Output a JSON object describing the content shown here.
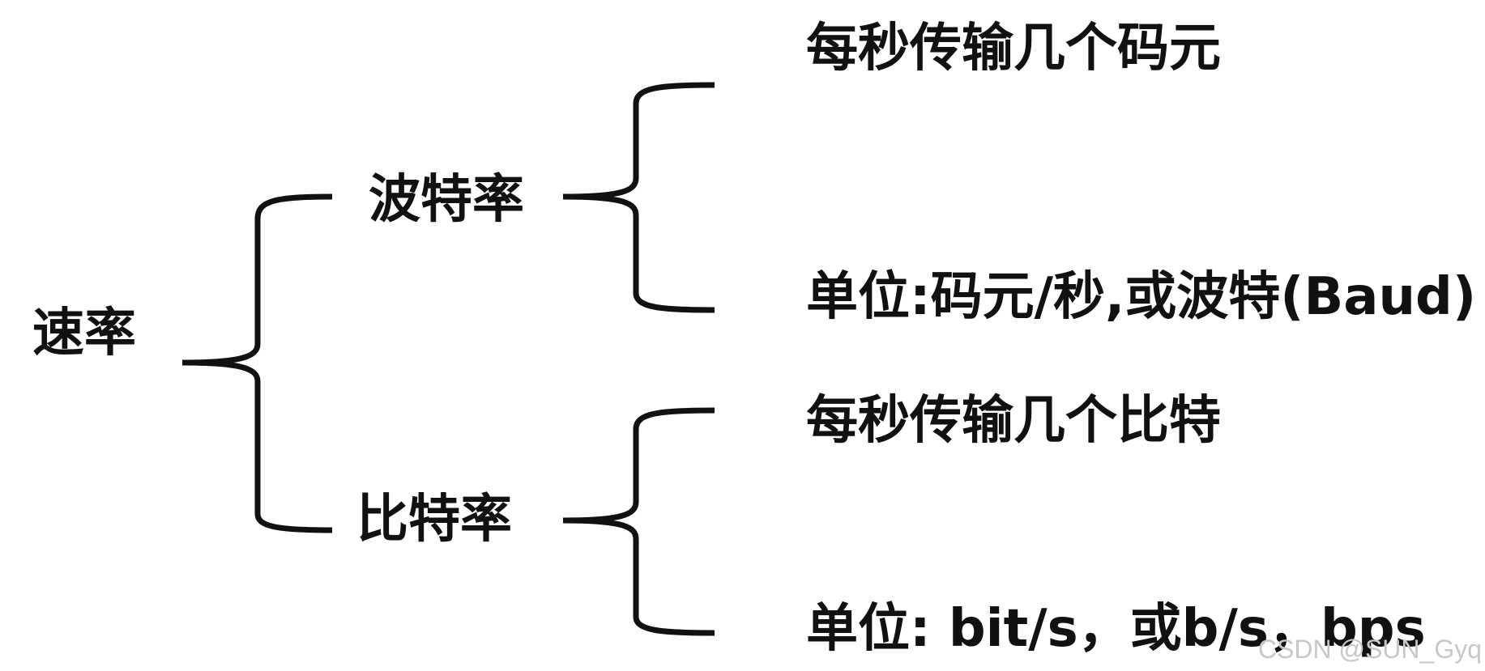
{
  "root": {
    "label": "速率"
  },
  "branches": [
    {
      "label": "波特率",
      "definition": "每秒传输几个码元",
      "unit": "单位:码元/秒,或波特(Baud)"
    },
    {
      "label": "比特率",
      "definition": "每秒传输几个比特",
      "unit": "单位: bit/s，或b/s，bps"
    }
  ],
  "watermark": "CSDN @SUN_Gyq",
  "colors": {
    "stroke": "#111111",
    "text": "#111111",
    "background": "#ffffff",
    "watermark": "#c8c8c8"
  }
}
